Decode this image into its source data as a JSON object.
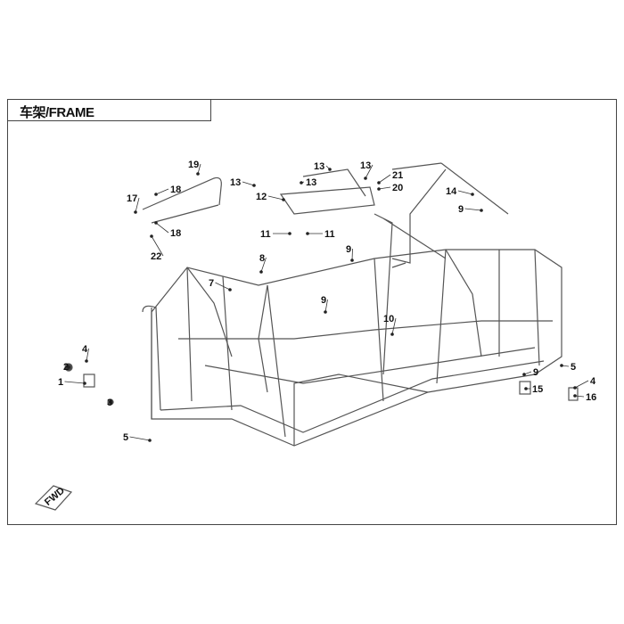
{
  "title": "车架/FRAME",
  "fwd_label": "FWD",
  "callouts": [
    "13",
    "13",
    "13",
    "13",
    "12",
    "11",
    "11",
    "21",
    "20",
    "14",
    "9",
    "19",
    "18",
    "17",
    "18",
    "22",
    "8",
    "9",
    "7",
    "9",
    "10",
    "4",
    "2",
    "1",
    "3",
    "5",
    "5",
    "9",
    "4",
    "15",
    "16"
  ]
}
